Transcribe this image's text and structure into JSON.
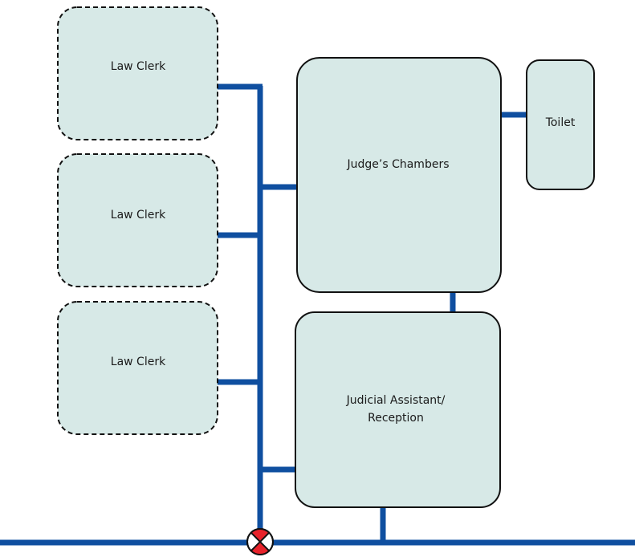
{
  "colors": {
    "corridor": "#0f4fa0",
    "room_fill": "#d7e9e7",
    "room_stroke": "#111111",
    "entrance_red": "#e8232b"
  },
  "rooms": {
    "law_clerk_1": "Law Clerk",
    "law_clerk_2": "Law Clerk",
    "law_clerk_3": "Law Clerk",
    "judges_chambers": "Judge’s Chambers",
    "toilet": "Toilet",
    "judicial_assistant_line1": "Judicial Assistant/",
    "judicial_assistant_line2": "Reception"
  },
  "icons": {
    "entrance": "entrance-marker-icon"
  }
}
